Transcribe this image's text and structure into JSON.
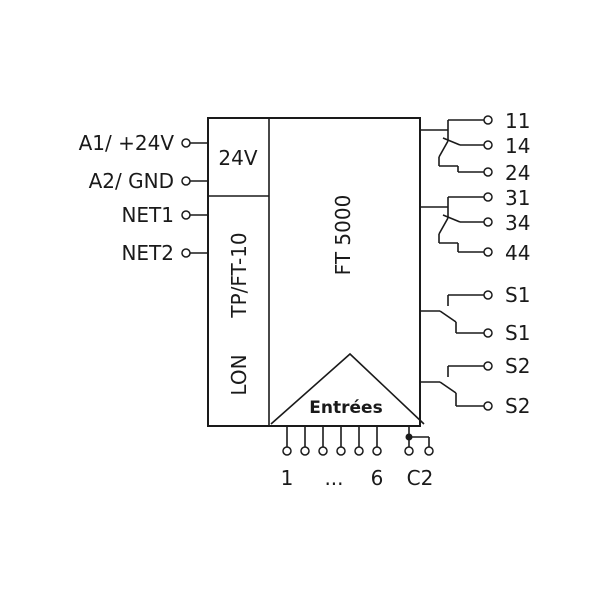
{
  "device": {
    "name": "FT 5000",
    "power_block": "24V",
    "transceiver": "TP/FT-10",
    "network": "LON",
    "inputs_label": "Entrées"
  },
  "left_terminals": [
    {
      "id": "a1",
      "label": "A1/ +24V"
    },
    {
      "id": "a2",
      "label": "A2/ GND"
    },
    {
      "id": "net1",
      "label": "NET1"
    },
    {
      "id": "net2",
      "label": "NET2"
    }
  ],
  "relay_outputs": [
    {
      "id": "r11",
      "label": "11"
    },
    {
      "id": "r14",
      "label": "14"
    },
    {
      "id": "r24",
      "label": "24"
    },
    {
      "id": "r31",
      "label": "31"
    },
    {
      "id": "r34",
      "label": "34"
    },
    {
      "id": "r44",
      "label": "44"
    }
  ],
  "switch_outputs": [
    {
      "id": "s1a",
      "label": "S1"
    },
    {
      "id": "s1b",
      "label": "S1"
    },
    {
      "id": "s2a",
      "label": "S2"
    },
    {
      "id": "s2b",
      "label": "S2"
    }
  ],
  "bottom_labels": {
    "first": "1",
    "ellipsis": "...",
    "last": "6",
    "common": "C2"
  }
}
